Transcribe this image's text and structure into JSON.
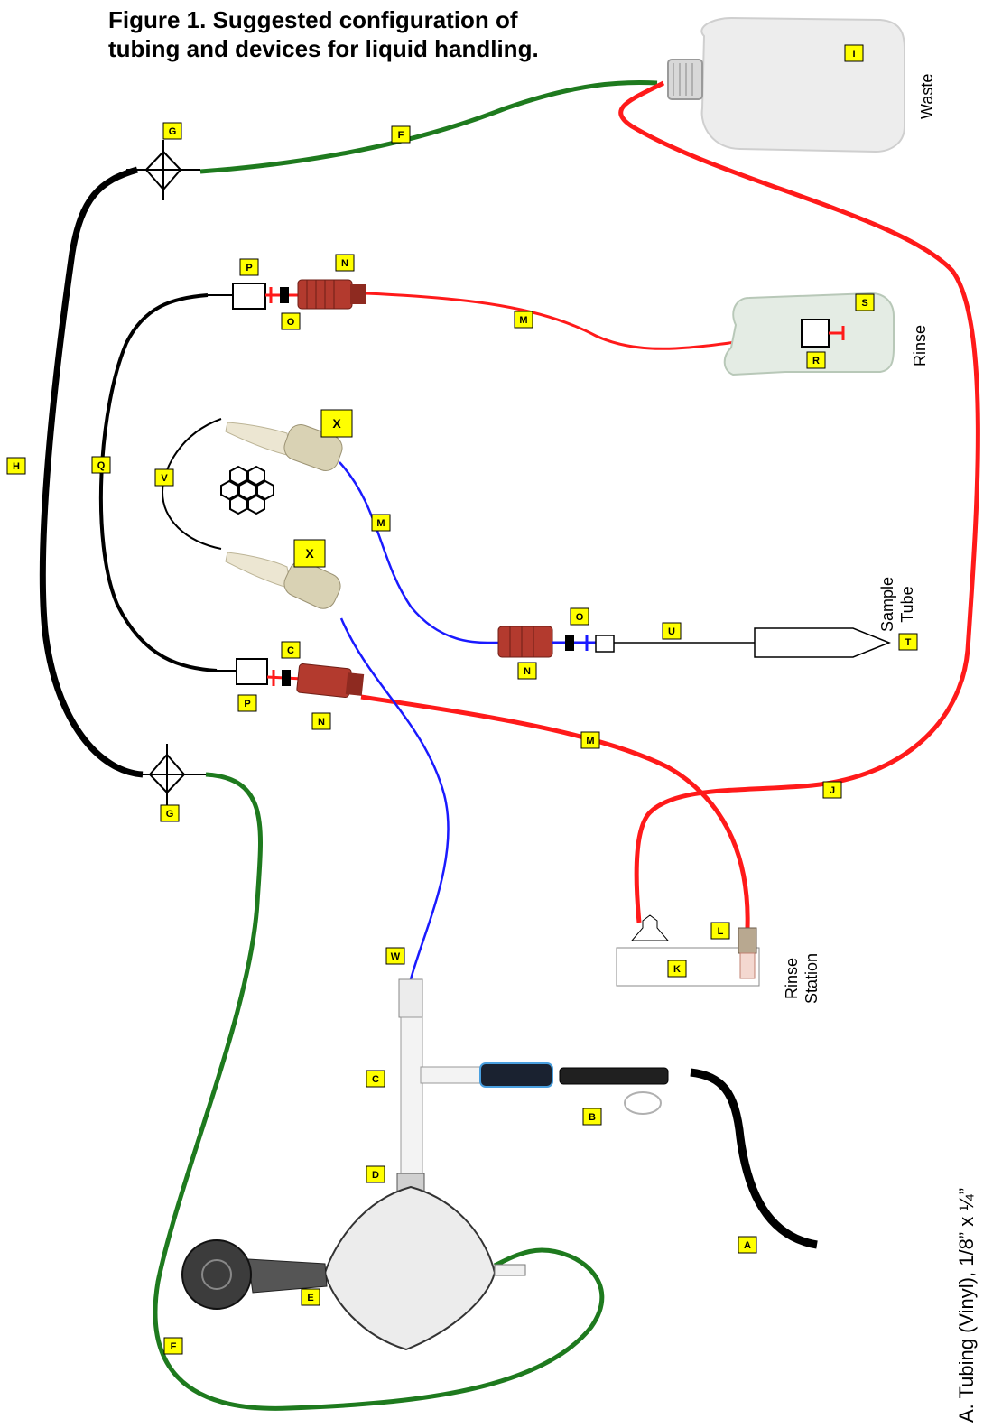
{
  "figure": {
    "title_line1": "Figure 1.  Suggested configuration of",
    "title_line2": "tubing and devices for liquid handling."
  },
  "places": {
    "waste": "Waste",
    "rinse": "Rinse",
    "sample_tube_line1": "Sample",
    "sample_tube_line2": "Tube",
    "rinse_station_line1": "Rinse",
    "rinse_station_line2": "Station"
  },
  "labels": {
    "A": "A",
    "B": "B",
    "C": "C",
    "D": "D",
    "E": "E",
    "F": "F",
    "G": "G",
    "H": "H",
    "I": "I",
    "J": "J",
    "K": "K",
    "L": "L",
    "M": "M",
    "N": "N",
    "O": "O",
    "P": "P",
    "Q": "Q",
    "R": "R",
    "S": "S",
    "T": "T",
    "U": "U",
    "V": "V",
    "W": "W",
    "X": "X"
  },
  "legend": {
    "line1": "A.   Tubing (Vinyl), 1/8” x ¼”"
  },
  "colors": {
    "green_tubing": "#1e7a1e",
    "red_tubing": "#ff1a1a",
    "blue_tubing": "#1a1aff",
    "black_tubing": "#000000",
    "label_fill": "#ffff00",
    "fitting_red": "#b33a2e"
  }
}
